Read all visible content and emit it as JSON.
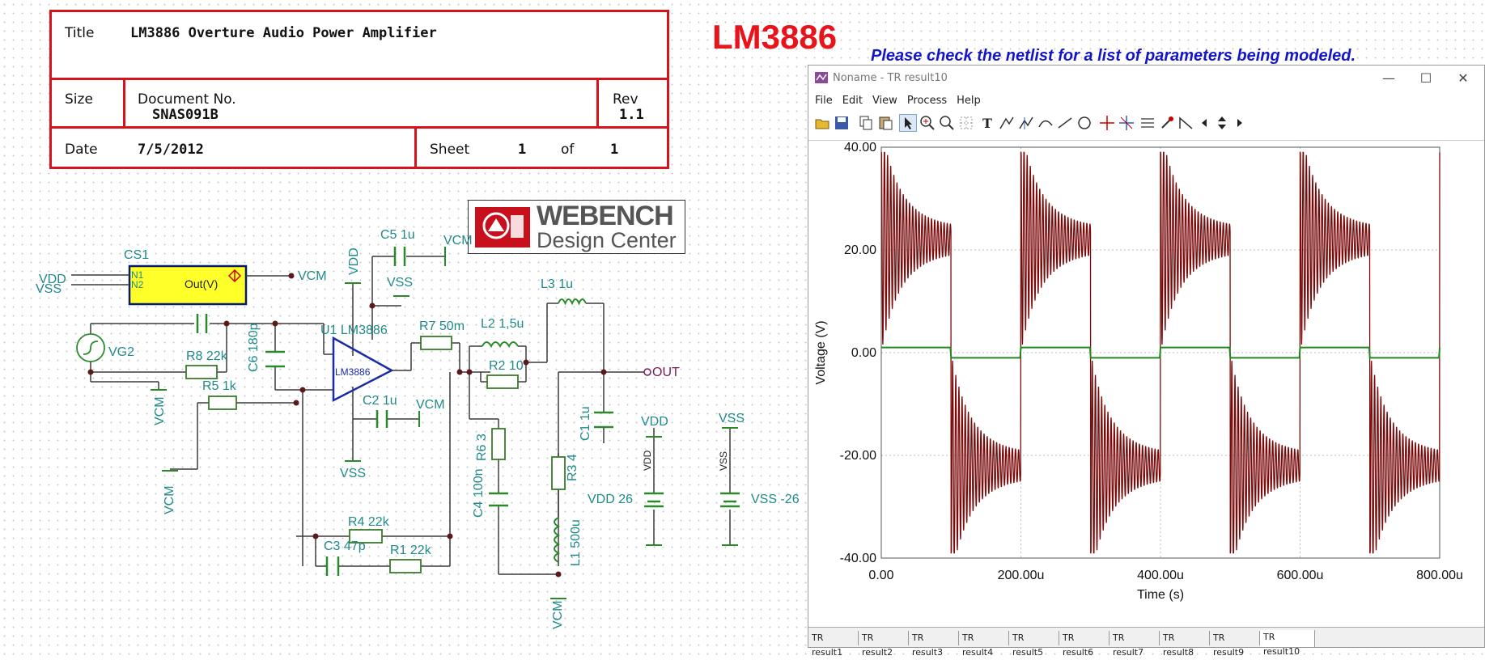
{
  "title_block": {
    "title_label": "Title",
    "title_value": "LM3886 Overture Audio Power Amplifier",
    "size_label": "Size",
    "doc_label": "Document No.",
    "doc_value": "SNAS091B",
    "rev_label": "Rev",
    "rev_value": "1.1",
    "date_label": "Date",
    "date_value": "7/5/2012",
    "sheet_label": "Sheet",
    "sheet_value": "1",
    "of_label": "of",
    "of_value": "1"
  },
  "heading": "LM3886",
  "note": "Please check the netlist for a list of parameters being modeled.",
  "logo": {
    "line1": "WEBENCH",
    "line2": "Design Center"
  },
  "schematic": {
    "labels": {
      "cs1": "CS1",
      "vdd_in": "VDD",
      "vss_in": "VSS",
      "n1": "N1",
      "n2": "N2",
      "out_v": "Out(V)",
      "vcm_top": "VCM",
      "vdd_top": "VDD",
      "c5": "C5 1u",
      "vcm_c5": "VCM",
      "vss_top": "VSS",
      "u1": "U1 LM3886",
      "lm3886_chip": "LM3886",
      "vg2": "VG2",
      "r8": "R8 22k",
      "c6": "C6 180p",
      "r5": "R5 1k",
      "vcm_left1": "VCM",
      "vcm_left2": "VCM",
      "c2": "C2 1u",
      "vcm_c2": "VCM",
      "vss_u1": "VSS",
      "r7": "R7 50m",
      "l2": "L2 1,5u",
      "r2": "R2 10",
      "l3": "L3 1u",
      "out": "OUT",
      "c1": "C1 1u",
      "r6": "R6 3",
      "c4": "C4 100n",
      "r3": "R3 4",
      "l1": "L1 500u",
      "vcm_bottom": "VCM",
      "r4": "R4 22k",
      "c3": "C3 47p",
      "r1": "R1 22k",
      "vdd_src": "VDD",
      "vdd_src2": "VDD",
      "vdd_26": "VDD 26",
      "vss_src": "VSS",
      "vss_src2": "VSS",
      "vss_26": "VSS -26"
    }
  },
  "window": {
    "title": "Noname - TR result10",
    "menu": [
      "File",
      "Edit",
      "View",
      "Process",
      "Help"
    ],
    "tabs": [
      "TR result1",
      "TR result2",
      "TR result3",
      "TR result4",
      "TR result5",
      "TR result6",
      "TR result7",
      "TR result8",
      "TR result9",
      "TR result10"
    ],
    "active_tab": 9
  },
  "chart_data": {
    "type": "line",
    "xlabel": "Time (s)",
    "ylabel": "Voltage (V)",
    "xlim": [
      0,
      800
    ],
    "ylim": [
      -40,
      40
    ],
    "x_ticks": [
      "0.00",
      "200.00u",
      "400.00u",
      "600.00u",
      "800.00u"
    ],
    "y_ticks": [
      "40.00",
      "20.00",
      "0.00",
      "-20.00",
      "-40.00"
    ],
    "grid": true,
    "series": [
      {
        "kind": "square",
        "color": "#1e8a1e",
        "period": 200,
        "high": 1,
        "low": -1,
        "first_edge": 100
      },
      {
        "kind": "ringing",
        "color": "#7a0a0a",
        "period": 200,
        "peak": 38,
        "settle": 20,
        "ring_period": 4.5
      }
    ],
    "colors": {
      "trace1": "#7a0a0a",
      "trace2": "#1e8a1e"
    }
  },
  "colors": {
    "title_block": "#d6131b",
    "schematic_label": "#1f8a8a",
    "note": "#1515c8",
    "heading": "#e8141c"
  }
}
